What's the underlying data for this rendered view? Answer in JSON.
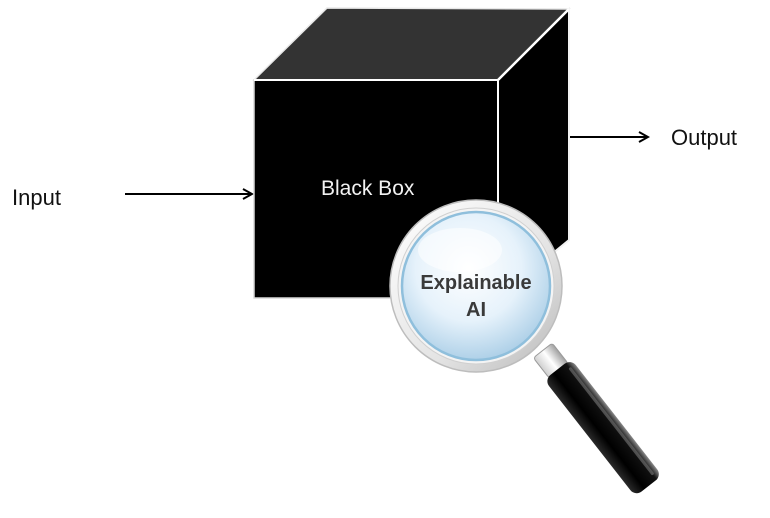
{
  "diagram": {
    "input_label": "Input",
    "output_label": "Output",
    "black_box_label": "Black Box",
    "lens_label_line1": "Explainable",
    "lens_label_line2": "AI"
  },
  "colors": {
    "cube_front": "#000000",
    "cube_top": "#333333",
    "cube_edge": "#f0f0f0",
    "lens_tint": "#cfe6f5",
    "handle": "#0a0a0a"
  }
}
